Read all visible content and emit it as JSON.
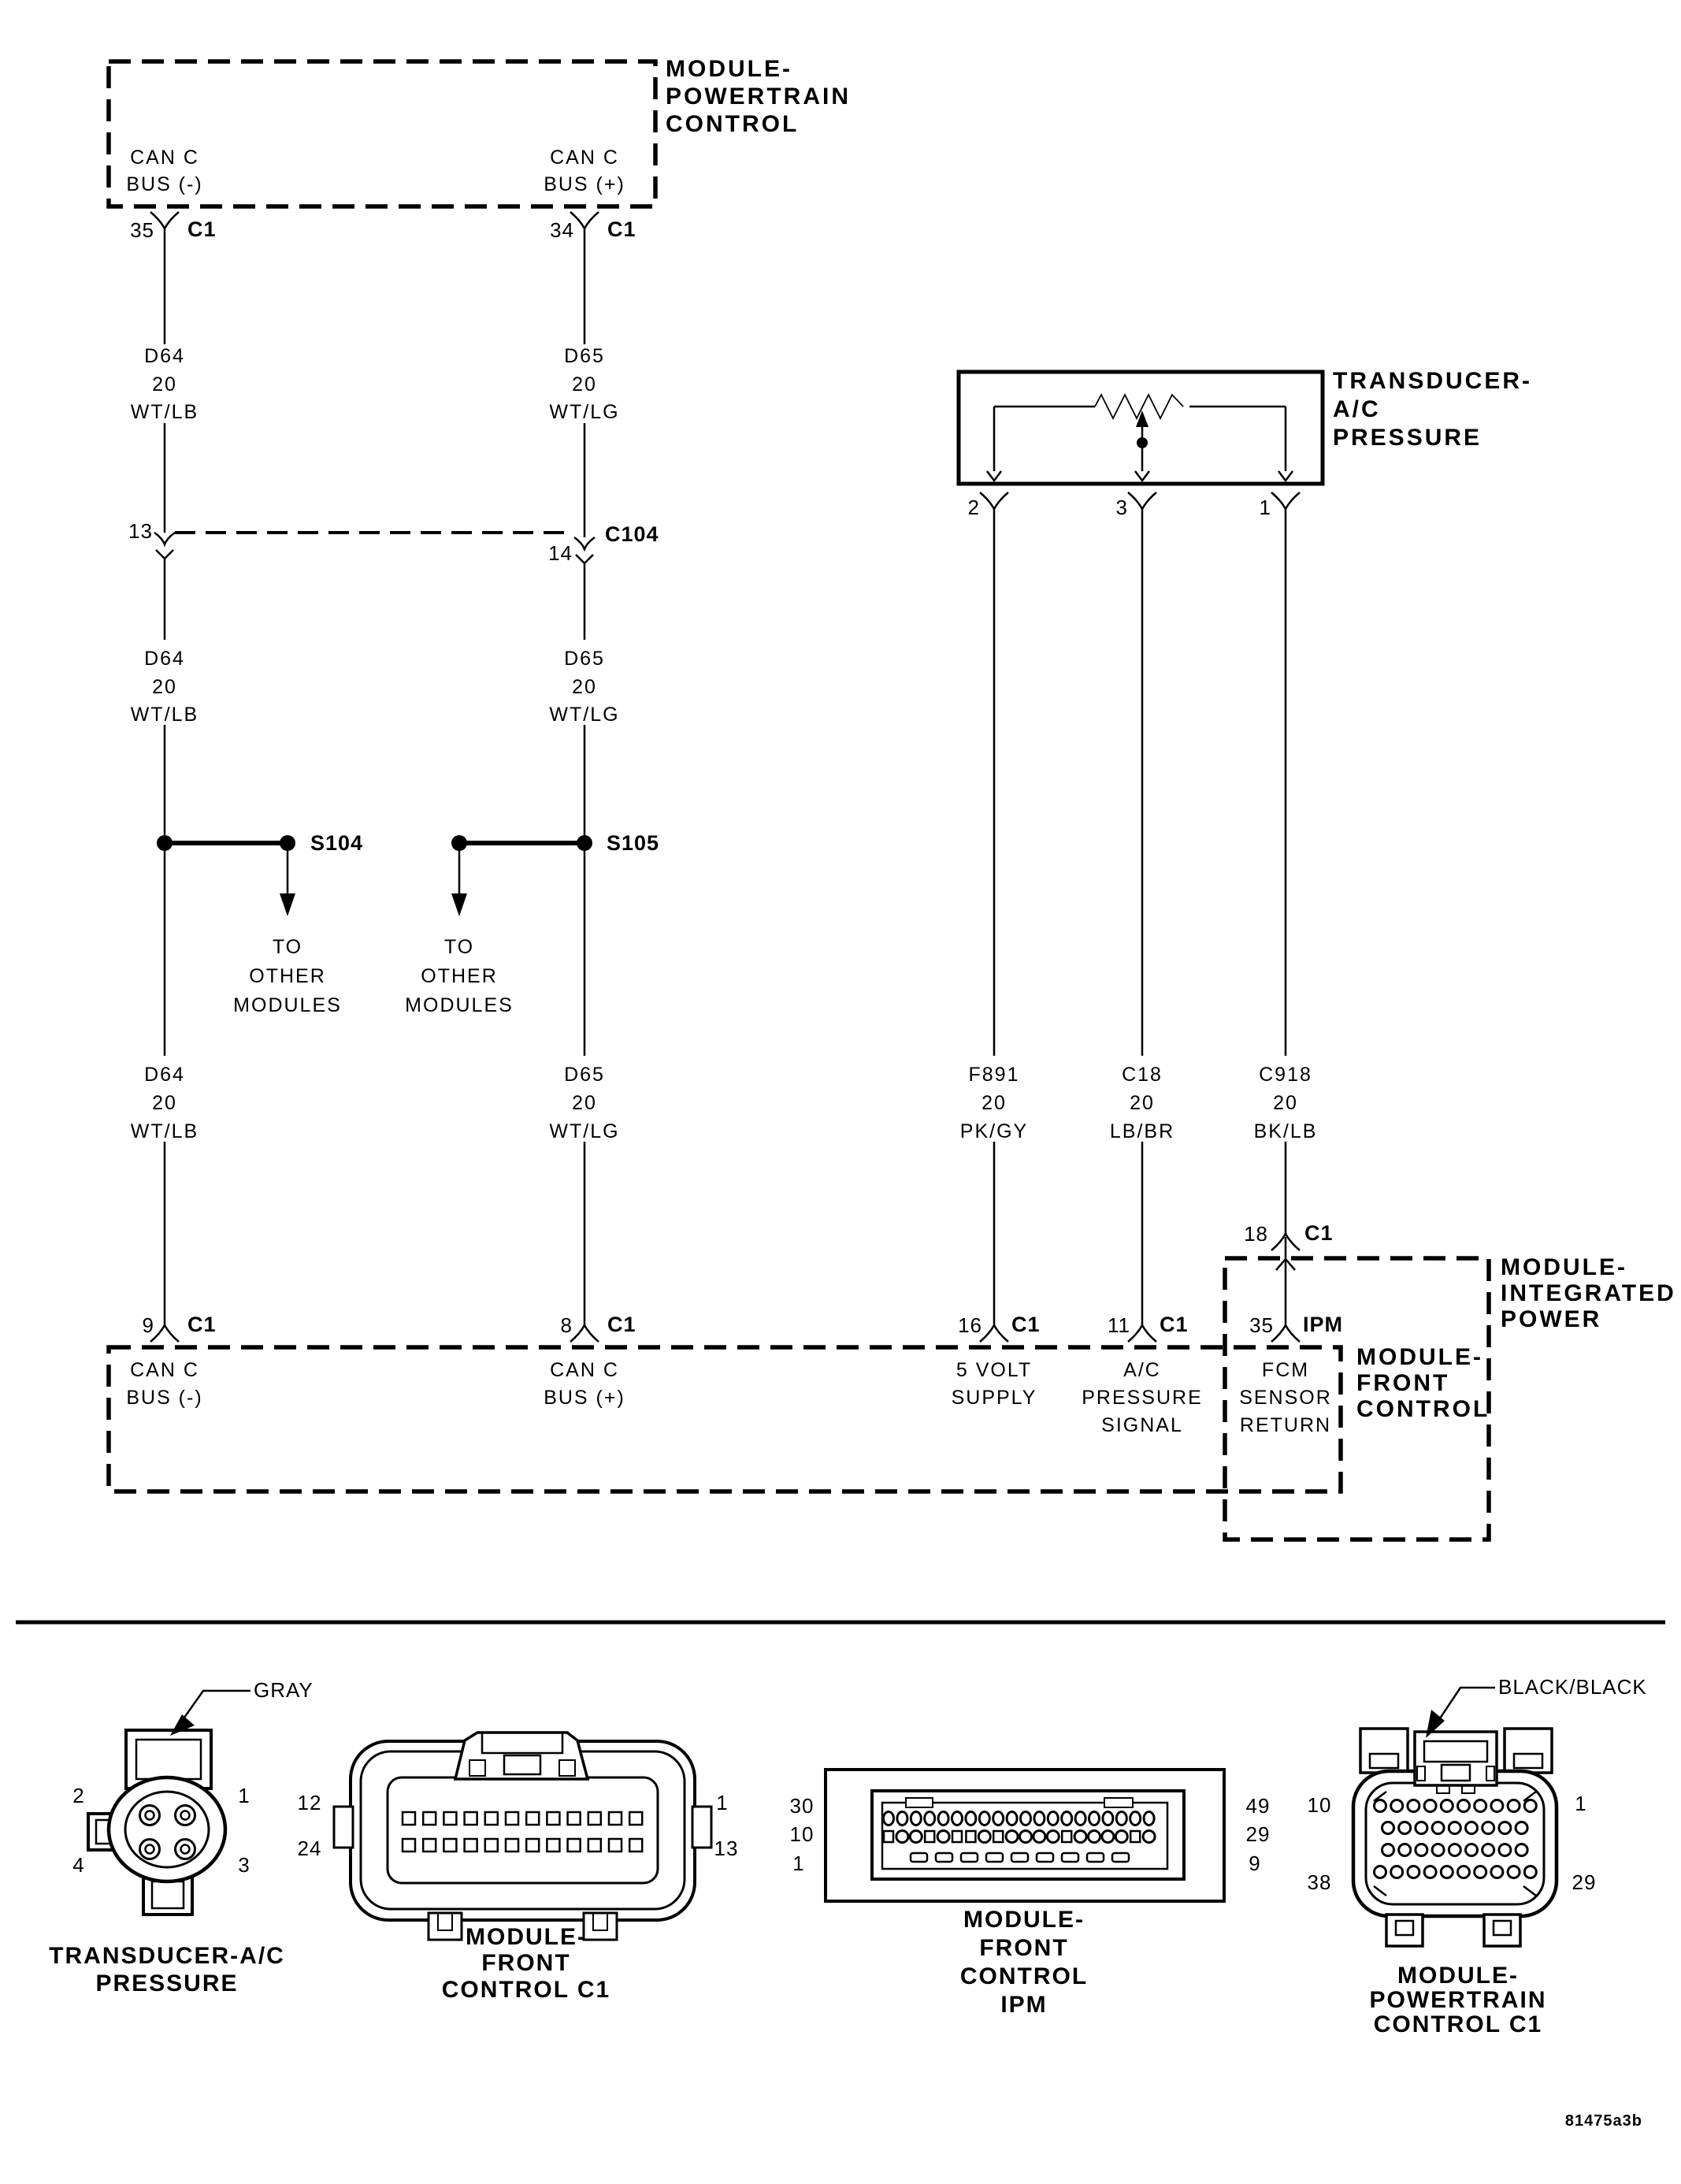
{
  "meta": {
    "ink": "#000000",
    "paper": "#ffffff"
  },
  "pcm_box": {
    "title1": "MODULE-",
    "title2": "POWERTRAIN",
    "title3": "CONTROL",
    "pin35": "35",
    "pin34": "34",
    "conn": "C1",
    "can_c": "CAN C",
    "bus_minus": "BUS (-)",
    "bus_plus": "BUS (+)"
  },
  "wires": {
    "d64_id": "D64",
    "d64_col": "WT/LB",
    "d65_id": "D65",
    "d65_col": "WT/LG",
    "f891_id": "F891",
    "f891_col": "PK/GY",
    "c18_id": "C18",
    "c18_col": "LB/BR",
    "c918_id": "C918",
    "c918_col": "BK/LB",
    "gauge": "20"
  },
  "c104": {
    "label": "C104",
    "pin13": "13",
    "pin14": "14"
  },
  "splices": {
    "s104": "S104",
    "s105": "S105",
    "to": "TO",
    "other": "OTHER",
    "modules": "MODULES"
  },
  "transducer_box": {
    "title1": "TRANSDUCER-",
    "title2": "A/C",
    "title3": "PRESSURE",
    "pin2": "2",
    "pin3": "3",
    "pin1": "1"
  },
  "ipm_box": {
    "title1": "MODULE-",
    "title2": "INTEGRATED",
    "title3": "POWER",
    "pin18": "18",
    "conn": "C1"
  },
  "fcm_box": {
    "title1": "MODULE-",
    "title2": "FRONT",
    "title3": "CONTROL",
    "pin9": "9",
    "pin8": "8",
    "pin16": "16",
    "pin11": "11",
    "pin35": "35",
    "conn_c1": "C1",
    "conn_ipm": "IPM",
    "can_c": "CAN C",
    "bus_minus": "BUS (-)",
    "bus_plus": "BUS (+)",
    "volt1": "5 VOLT",
    "volt2": "SUPPLY",
    "ac1": "A/C",
    "ac2": "PRESSURE",
    "ac3": "SIGNAL",
    "fcm1": "FCM",
    "fcm2": "SENSOR",
    "fcm3": "RETURN"
  },
  "connector_views": {
    "transducer": {
      "color": "GRAY",
      "cap1": "TRANSDUCER-A/C",
      "cap2": "PRESSURE",
      "p2": "2",
      "p1": "1",
      "p4": "4",
      "p3": "3"
    },
    "fcm_c1": {
      "cap1": "MODULE-",
      "cap2": "FRONT",
      "cap3": "CONTROL C1",
      "p12": "12",
      "p24": "24",
      "p1": "1",
      "p13": "13"
    },
    "fcm_ipm": {
      "cap1": "MODULE-",
      "cap2": "FRONT",
      "cap3": "CONTROL",
      "cap4": "IPM",
      "p30": "30",
      "p10": "10",
      "p1": "1",
      "p49": "49",
      "p29": "29",
      "p9": "9"
    },
    "pcm_c1": {
      "color": "BLACK/BLACK",
      "cap1": "MODULE-",
      "cap2": "POWERTRAIN",
      "cap3": "CONTROL C1",
      "p10": "10",
      "p1": "1",
      "p38": "38",
      "p29": "29"
    }
  },
  "footer": {
    "code": "81475a3b"
  }
}
